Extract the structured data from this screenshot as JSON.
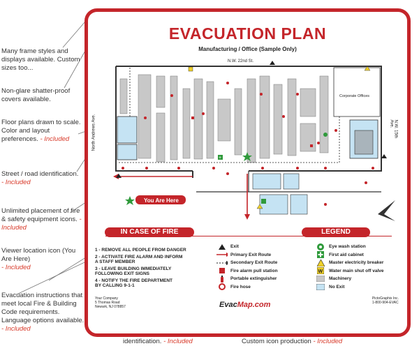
{
  "notes": [
    {
      "text": "Many frame styles and displays available. Custom sizes too...",
      "included": ""
    },
    {
      "text": "Non-glare shatter-proof covers available.",
      "included": ""
    },
    {
      "text": "Floor plans drawn to scale. Color and layout preferences.",
      "included": "- Included"
    },
    {
      "text": "Street / road identification.",
      "included": "- Included"
    },
    {
      "text": "Unlimited placement of fire & safety equipment icons.",
      "included": "- Included"
    },
    {
      "text": "Viewer location icon (You Are Here)",
      "included": "- Included"
    },
    {
      "text": "Evacuation instructions that meet local Fire & Building Code requirements. Language options available.",
      "included": "- Included"
    }
  ],
  "bottom_notes": [
    {
      "text": "Corporate logo and building identification.",
      "included": "- Included"
    },
    {
      "text": "Universal and custom icons are kept on file. Custom icon production",
      "included": "- Included"
    }
  ],
  "plan": {
    "title": "EVACUATION PLAN",
    "subtitle": "Manufacturing / Office  (Sample Only)",
    "streets": {
      "north": "N.W. 22nd St.",
      "west": "North Andrews Ave.",
      "east": "N.W. 15th Ave."
    },
    "room_label": "Corporate Offices",
    "you_are_here": "You Are Here"
  },
  "instructions": {
    "heading": "IN CASE OF FIRE",
    "steps": [
      "1 - REMOVE ALL  PEOPLE FROM DANGER",
      "2 - ACTIVATE FIRE ALARM AND INFORM",
      "     A STAFF MEMBER",
      "3 - LEAVE BUILDING IMMEDIATELY",
      "     FOLLOWING EXIT SIGNS",
      "4 - NOTIFY THE FIRE DEPARTMENT",
      "     BY CALLING  9-1-1"
    ]
  },
  "legend": {
    "heading": "LEGEND",
    "col1": [
      {
        "icon": "exit-triangle-icon",
        "label": "Exit"
      },
      {
        "icon": "primary-route-arrow-icon",
        "label": "Primary Exit Route"
      },
      {
        "icon": "secondary-route-arrow-icon",
        "label": "Secondary Exit Route"
      },
      {
        "icon": "fire-alarm-pull-station-icon",
        "label": "Fire alarm pull station"
      },
      {
        "icon": "extinguisher-icon",
        "label": "Portable extinguisher"
      },
      {
        "icon": "fire-hose-icon",
        "label": "Fire hose"
      }
    ],
    "col2": [
      {
        "icon": "eye-wash-icon",
        "label": "Eye wash station"
      },
      {
        "icon": "first-aid-icon",
        "label": "First aid cabinet"
      },
      {
        "icon": "electricity-breaker-icon",
        "label": "Master electricity breaker"
      },
      {
        "icon": "water-shutoff-icon",
        "label": "Water main shut off valve"
      },
      {
        "icon": "machinery-icon",
        "label": "Machinery"
      },
      {
        "icon": "no-exit-icon",
        "label": "No Exit"
      }
    ]
  },
  "footer": {
    "company": [
      "Your Company",
      "5 Thomas Road",
      "Newark, NJ 078857"
    ],
    "brand_a": "Evac",
    "brand_b": "Map.com",
    "contact": [
      "PictoGraphix Inc.",
      "1-800-904-EVAC"
    ]
  },
  "colors": {
    "accent": "#c4252a",
    "machinery": "#c8c8c8",
    "office_blue": "#c5e3f3",
    "included": "#d83a2a"
  }
}
